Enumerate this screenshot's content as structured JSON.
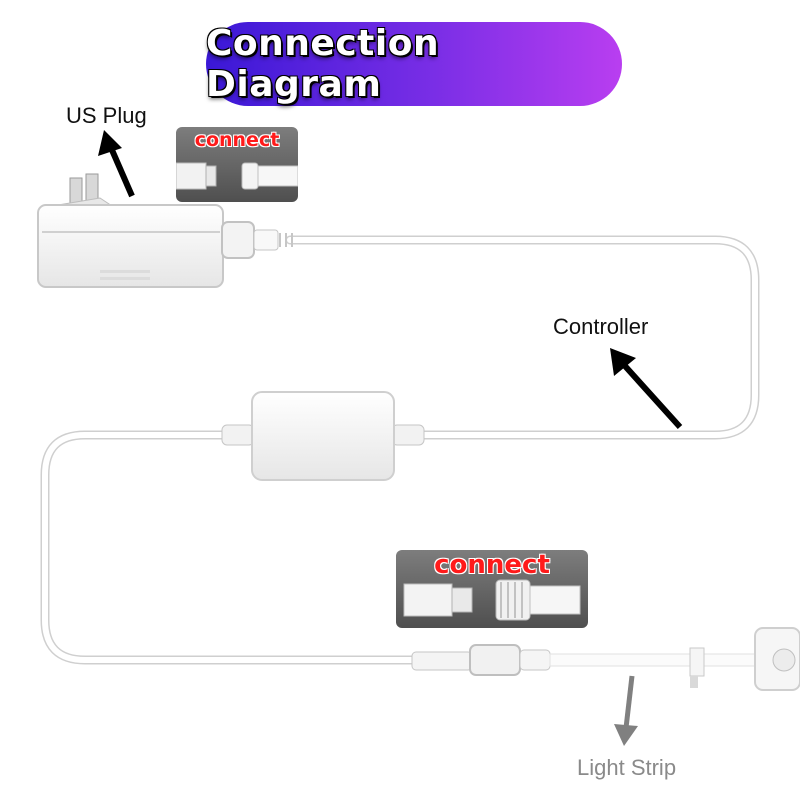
{
  "title": "Connection Diagram",
  "labels": {
    "us_plug": "US Plug",
    "controller": "Controller",
    "light_strip": "Light Strip"
  },
  "connect_callouts": [
    "connect",
    "connect"
  ],
  "colors": {
    "title_gradient_start": "#3a18d6",
    "title_gradient_end": "#b93ef0",
    "connect_text": "#ff1a1a",
    "arrow_dark": "#000000",
    "arrow_grey": "#808080",
    "cable": "#ffffff"
  },
  "icons": [
    "power-adapter-icon",
    "controller-box-icon",
    "connector-icon",
    "arrow-icon"
  ]
}
